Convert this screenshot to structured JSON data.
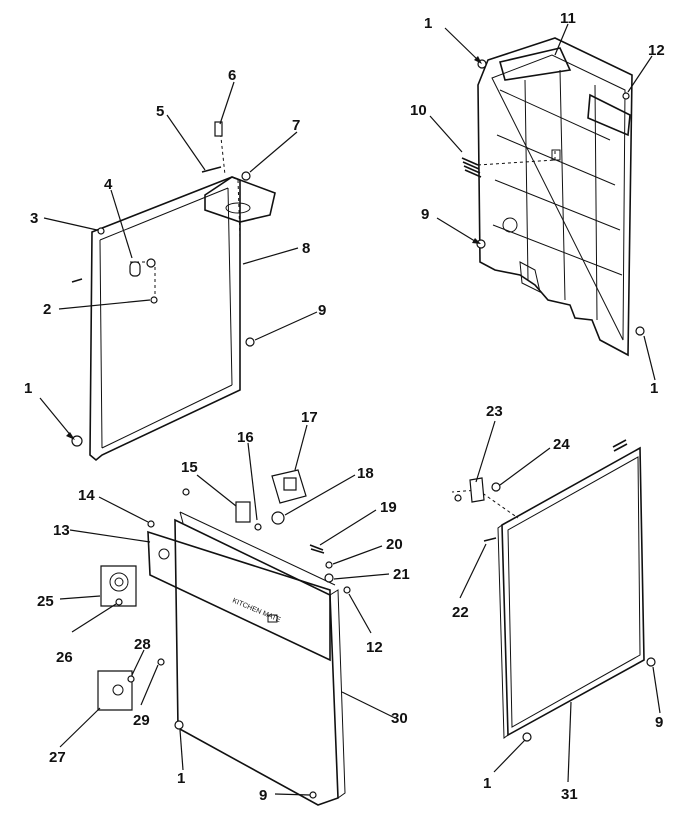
{
  "callouts": [
    {
      "id": "c1",
      "text": "1"
    },
    {
      "id": "c11",
      "text": "11"
    },
    {
      "id": "c12",
      "text": "12"
    },
    {
      "id": "c10",
      "text": "10"
    },
    {
      "id": "c9a",
      "text": "9"
    },
    {
      "id": "c1b",
      "text": "1"
    },
    {
      "id": "c6",
      "text": "6"
    },
    {
      "id": "c5",
      "text": "5"
    },
    {
      "id": "c7",
      "text": "7"
    },
    {
      "id": "c4",
      "text": "4"
    },
    {
      "id": "c3",
      "text": "3"
    },
    {
      "id": "c8",
      "text": "8"
    },
    {
      "id": "c2",
      "text": "2"
    },
    {
      "id": "c9b",
      "text": "9"
    },
    {
      "id": "c1c",
      "text": "1"
    },
    {
      "id": "c17",
      "text": "17"
    },
    {
      "id": "c16",
      "text": "16"
    },
    {
      "id": "c15",
      "text": "15"
    },
    {
      "id": "c18",
      "text": "18"
    },
    {
      "id": "c14",
      "text": "14"
    },
    {
      "id": "c19",
      "text": "19"
    },
    {
      "id": "c13",
      "text": "13"
    },
    {
      "id": "c20",
      "text": "20"
    },
    {
      "id": "c21",
      "text": "21"
    },
    {
      "id": "c25",
      "text": "25"
    },
    {
      "id": "c12b",
      "text": "12"
    },
    {
      "id": "c26",
      "text": "26"
    },
    {
      "id": "c28",
      "text": "28"
    },
    {
      "id": "c29",
      "text": "29"
    },
    {
      "id": "c27",
      "text": "27"
    },
    {
      "id": "c30",
      "text": "30"
    },
    {
      "id": "c1d",
      "text": "1"
    },
    {
      "id": "c9c",
      "text": "9"
    },
    {
      "id": "c23",
      "text": "23"
    },
    {
      "id": "c24",
      "text": "24"
    },
    {
      "id": "c22",
      "text": "22"
    },
    {
      "id": "c9d",
      "text": "9"
    },
    {
      "id": "c1e",
      "text": "1"
    },
    {
      "id": "c31",
      "text": "31"
    }
  ],
  "panel_imprint": "KITCHEN MATE"
}
